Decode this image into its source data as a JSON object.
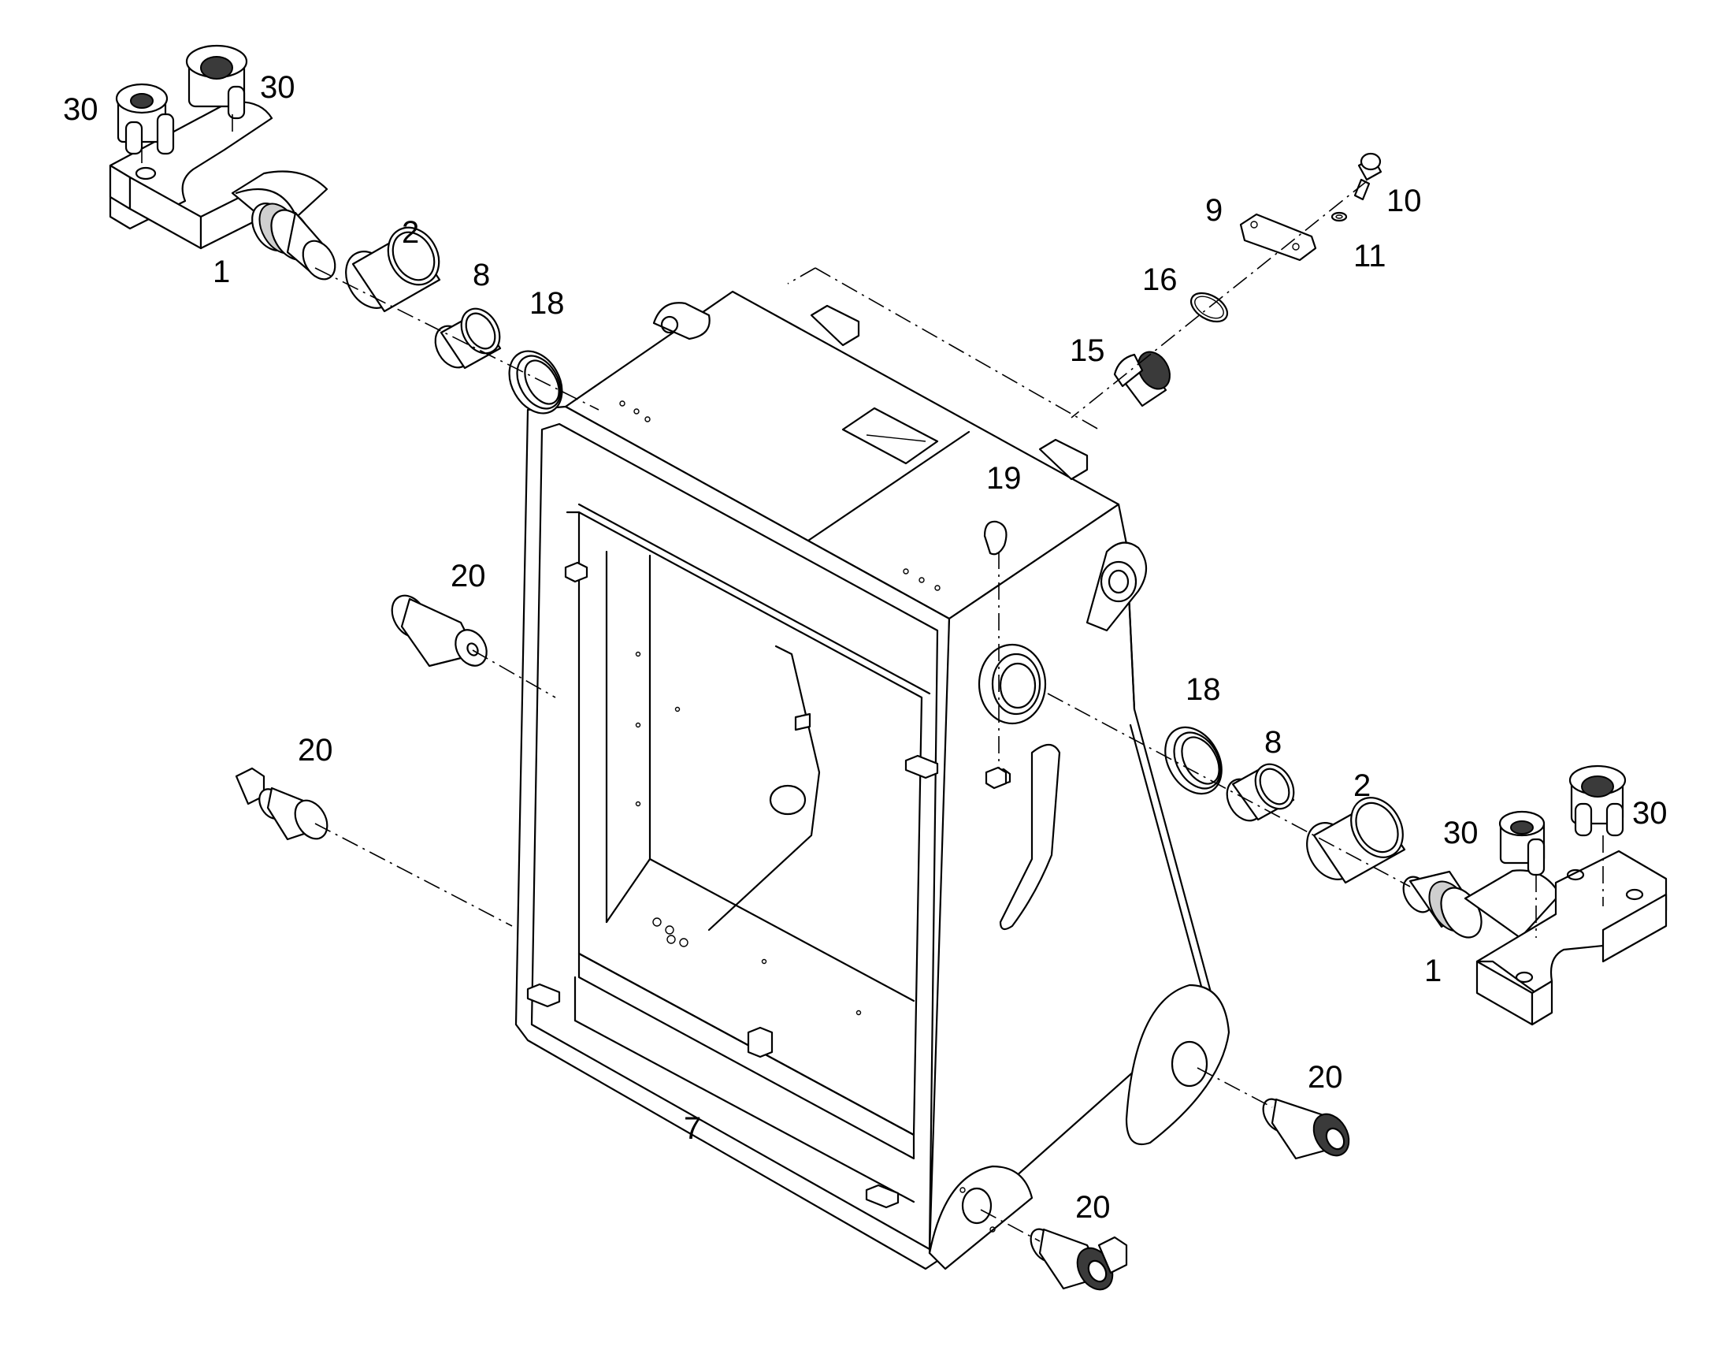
{
  "callouts": {
    "c1a": "1",
    "c1b": "1",
    "c2a": "2",
    "c2b": "2",
    "c7": "7",
    "c8a": "8",
    "c8b": "8",
    "c9": "9",
    "c10": "10",
    "c11": "11",
    "c15": "15",
    "c16": "16",
    "c18a": "18",
    "c18b": "18",
    "c19": "19",
    "c20a": "20",
    "c20b": "20",
    "c20c": "20",
    "c20d": "20",
    "c30a": "30",
    "c30b": "30",
    "c30c": "30",
    "c30d": "30"
  }
}
